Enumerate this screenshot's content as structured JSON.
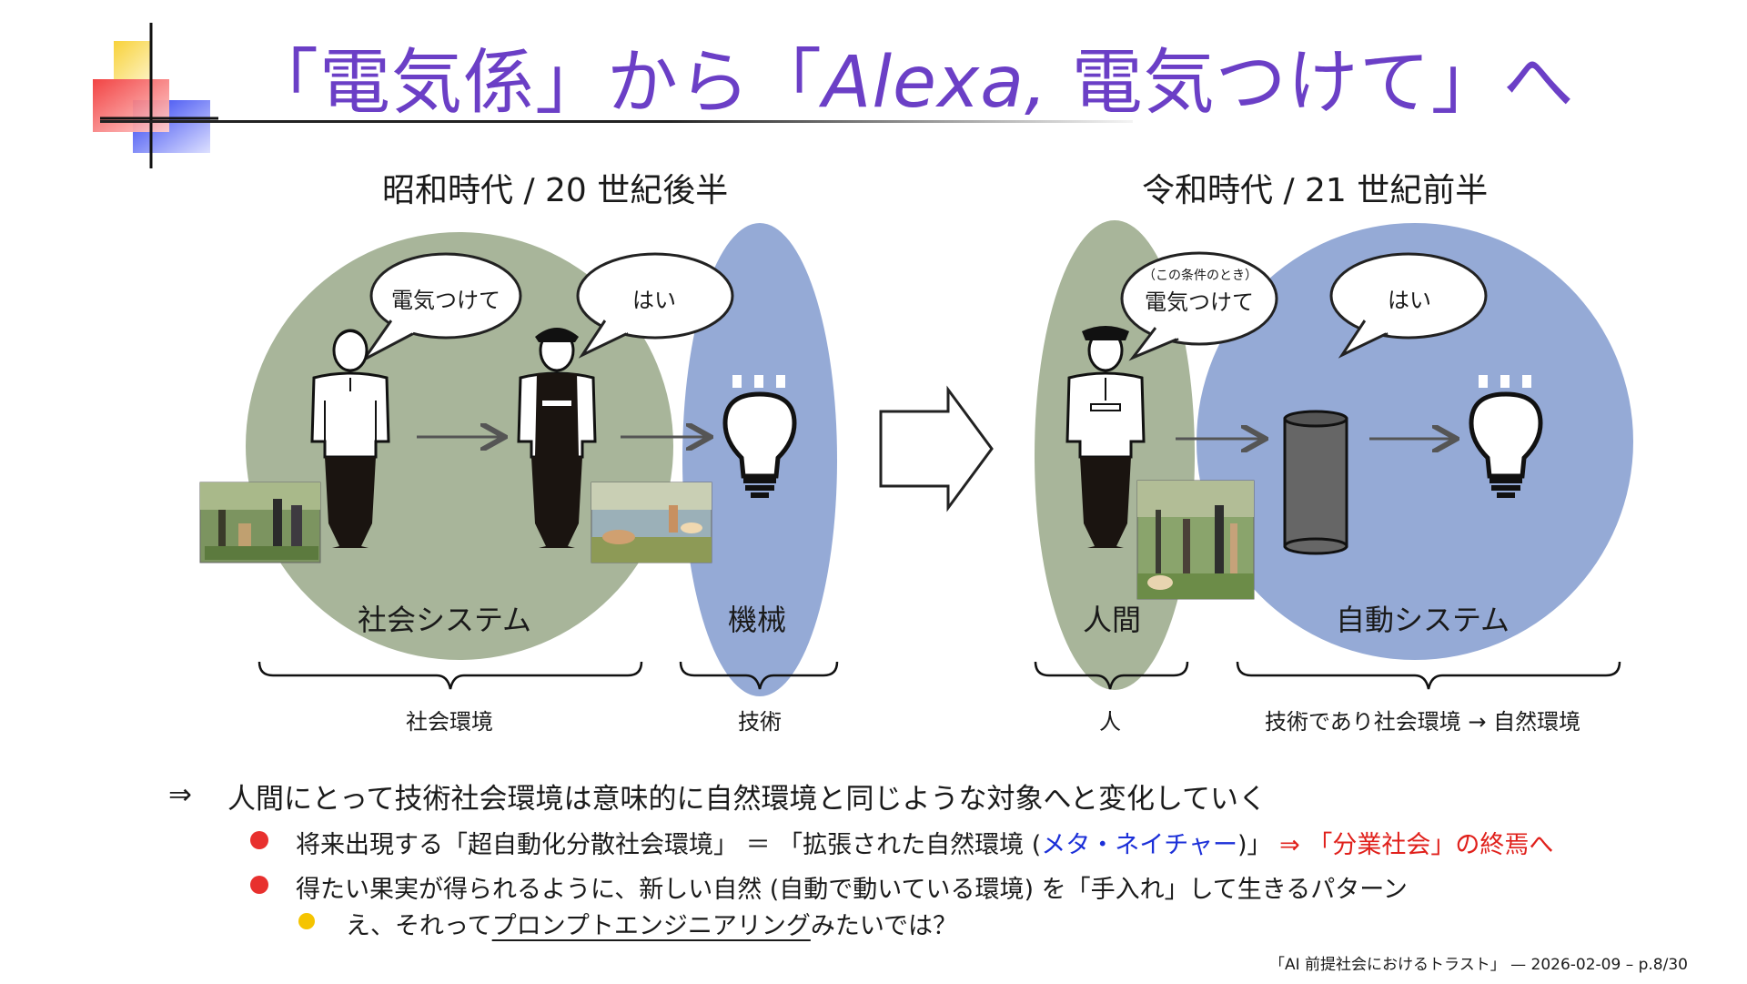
{
  "title": {
    "part1": "「電気係」から「",
    "italic": "Alexa,",
    "part2": " 電気つけて」へ"
  },
  "left": {
    "era": "昭和時代 / 20 世紀後半",
    "bubble1": "電気つけて",
    "bubble2": "はい",
    "label_social": "社会システム",
    "label_machine": "機械",
    "brace_social": "社会環境",
    "brace_tech": "技術"
  },
  "right": {
    "era": "令和時代 / 21 世紀前半",
    "bubble1_small": "（この条件のとき）",
    "bubble1": "電気つけて",
    "bubble2": "はい",
    "label_human": "人間",
    "label_auto": "自動システム",
    "brace_human": "人",
    "brace_tech": "技術であり社会環境 → 自然環境"
  },
  "body": {
    "arrow": "⇒",
    "main": "人間にとって技術社会環境は意味的に自然環境と同じような対象へと変化していく",
    "item1_a": "将来出現する「超自動化分散社会環境」 ＝ 「拡張された自然環境 (",
    "item1_b": "メタ・ネイチャー",
    "item1_c": ")」",
    "item1_d": "⇒ 「分業社会」の終焉へ",
    "item2": "得たい果実が得られるように、新しい自然 (自動で動いている環境) を「手入れ」して生きるパターン",
    "item3_a": "え、それって",
    "item3_b": "プロンプトエンジニアリング",
    "item3_c": "みたいでは？"
  },
  "footer": "「AI 前提社会におけるトラスト」 — 2026-02-09 – p.8/30",
  "colors": {
    "title": "#6b3fc6",
    "green": "#a8b59a",
    "blue": "#95aad6",
    "red": "#e0201b",
    "blue_text": "#1b2fd8",
    "bullet_red": "#e8302e",
    "bullet_yellow": "#f5c400"
  },
  "icons": [
    "beamer-logo-icon",
    "speech-bubble-icon",
    "person-icon",
    "arrow-right-icon",
    "light-bulb-icon",
    "big-arrow-icon",
    "smart-speaker-icon",
    "brace-icon",
    "painting-icon"
  ]
}
